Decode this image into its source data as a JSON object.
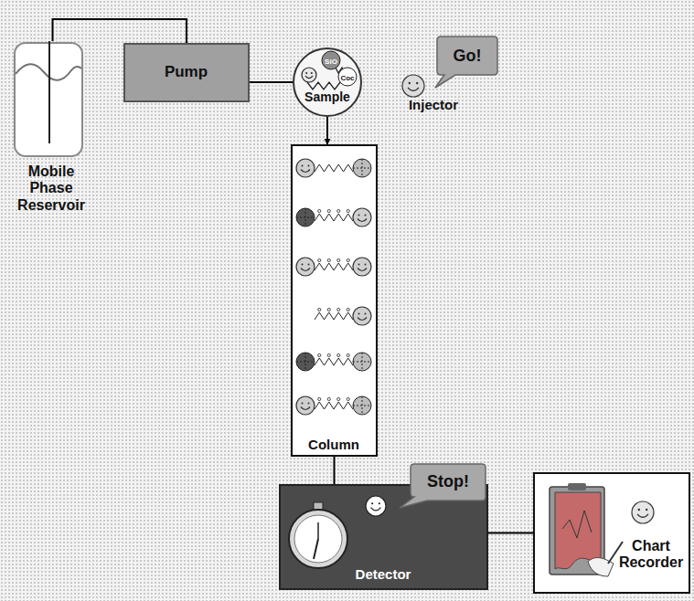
{
  "diagram": {
    "nodes": [
      {
        "text": [
          "Mobile Phase Reservoir"
        ]
      },
      {
        "text": [
          "Pump"
        ]
      },
      {
        "text": [
          "Sample"
        ]
      },
      {
        "text": [
          "Injector"
        ]
      },
      {
        "text": [
          "Go!"
        ]
      },
      {
        "text": [
          "Column"
        ]
      },
      {
        "text": [
          "Detector"
        ]
      },
      {
        "text": [
          "Stop!"
        ],
        "in": 6
      },
      {
        "text": [
          "Chart Recorder"
        ]
      }
    ],
    "edges": [
      {
        "from": 0,
        "to": 1,
        "arrow": "none"
      },
      {
        "from": 1,
        "to": 2,
        "arrow": "none"
      },
      {
        "from": 2,
        "to": 5,
        "arrow": "to"
      },
      {
        "from": 5,
        "to": 6,
        "arrow": "none"
      },
      {
        "from": 6,
        "to": 8,
        "arrow": "none"
      }
    ],
    "labels": [
      "SiO",
      "Coc"
    ]
  }
}
